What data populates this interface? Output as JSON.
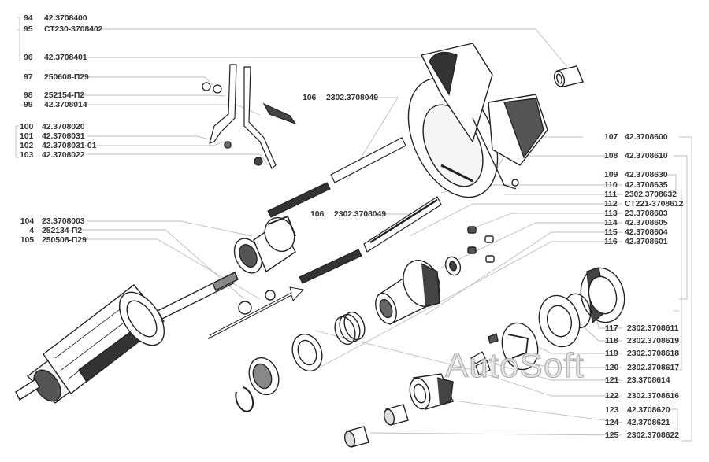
{
  "diagram": {
    "title": "Starter exploded view — parts list",
    "watermark": "AutoSoft",
    "ink_color": "#222222",
    "leader_color": "#bbbbbb",
    "labels_left": [
      {
        "num": "94",
        "code": "42.3708400"
      },
      {
        "num": "95",
        "code": "СТ230-3708402"
      },
      {
        "num": "96",
        "code": "42.3708401"
      },
      {
        "num": "97",
        "code": "250608-П29"
      },
      {
        "num": "98",
        "code": "252154-П2"
      },
      {
        "num": "99",
        "code": "42.3708014"
      },
      {
        "num": "100",
        "code": "42.3708020"
      },
      {
        "num": "101",
        "code": "42.3708031"
      },
      {
        "num": "102",
        "code": "42.3708031-01"
      },
      {
        "num": "103",
        "code": "42.3708022"
      },
      {
        "num": "104",
        "code": "23.3708003"
      },
      {
        "num": "4",
        "code": "252134-П2"
      },
      {
        "num": "105",
        "code": "250508-П29"
      }
    ],
    "labels_center": [
      {
        "num": "106",
        "code": "2302.3708049"
      },
      {
        "num": "106",
        "code": "2302.3708049"
      }
    ],
    "labels_right": [
      {
        "num": "107",
        "code": "42.3708600"
      },
      {
        "num": "108",
        "code": "42.3708610"
      },
      {
        "num": "109",
        "code": "42.3708630"
      },
      {
        "num": "110",
        "code": "42.3708635"
      },
      {
        "num": "111",
        "code": "2302.3708632"
      },
      {
        "num": "112",
        "code": "СТ221-3708612"
      },
      {
        "num": "113",
        "code": "23.3708603"
      },
      {
        "num": "114",
        "code": "42.3708605"
      },
      {
        "num": "115",
        "code": "42.3708604"
      },
      {
        "num": "116",
        "code": "42.3708601"
      },
      {
        "num": "117",
        "code": "2302.3708611"
      },
      {
        "num": "118",
        "code": "2302.3708619"
      },
      {
        "num": "119",
        "code": "2302.3708618"
      },
      {
        "num": "120",
        "code": "2302.3708617"
      },
      {
        "num": "121",
        "code": "23.3708614"
      },
      {
        "num": "122",
        "code": "2302.3708616"
      },
      {
        "num": "123",
        "code": "42.3708620"
      },
      {
        "num": "124",
        "code": "42.3708621"
      },
      {
        "num": "125",
        "code": "2302.3708622"
      }
    ]
  }
}
